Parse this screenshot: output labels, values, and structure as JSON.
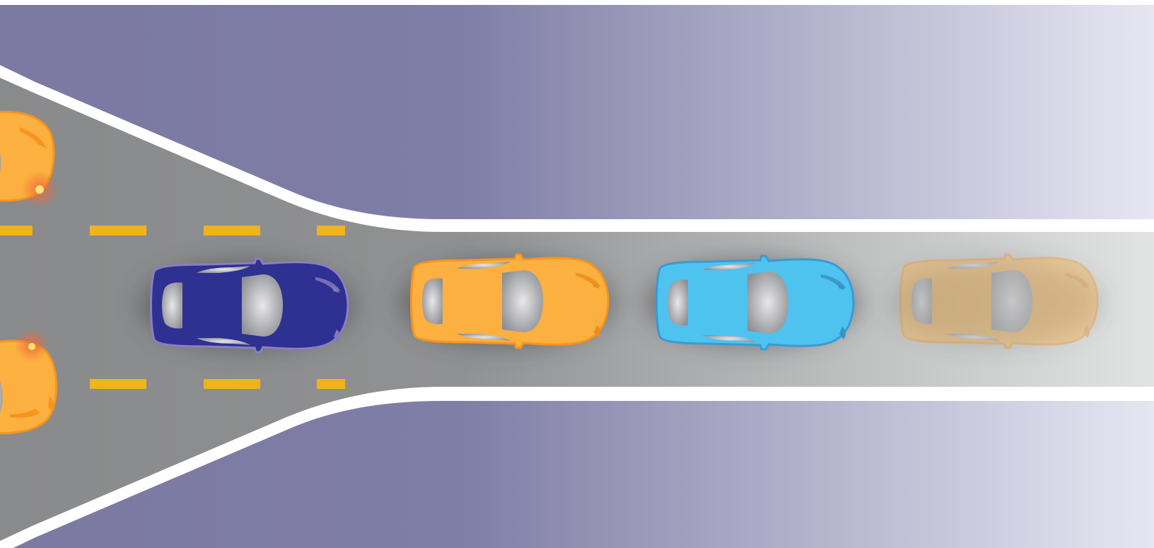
{
  "scene": {
    "description_colors": {
      "background_left": "#7b79a2",
      "background_right": "#e6e6f2",
      "road": "#8c8d8e",
      "road_fade": "#e4e5e5",
      "road_edge": "#ffffff",
      "lane_marking": "#f2b21c"
    },
    "cars": [
      {
        "name": "yellow-car-merging-top",
        "color": "#fbb040",
        "outline": "#f7941d",
        "indicator": "on"
      },
      {
        "name": "yellow-car-merging-bottom",
        "color": "#fbb040",
        "outline": "#f7941d",
        "indicator": "on"
      },
      {
        "name": "navy-car",
        "color": "#2e3192",
        "outline": "#8a7fc0"
      },
      {
        "name": "yellow-car-queue",
        "color": "#fbb040",
        "outline": "#f7941d"
      },
      {
        "name": "blue-car-queue",
        "color": "#4fc3f0",
        "outline": "#3a9ad3"
      },
      {
        "name": "faded-yellow-car-queue",
        "color": "#fbb040",
        "outline": "#f7941d",
        "opacity": 0.4
      }
    ]
  }
}
